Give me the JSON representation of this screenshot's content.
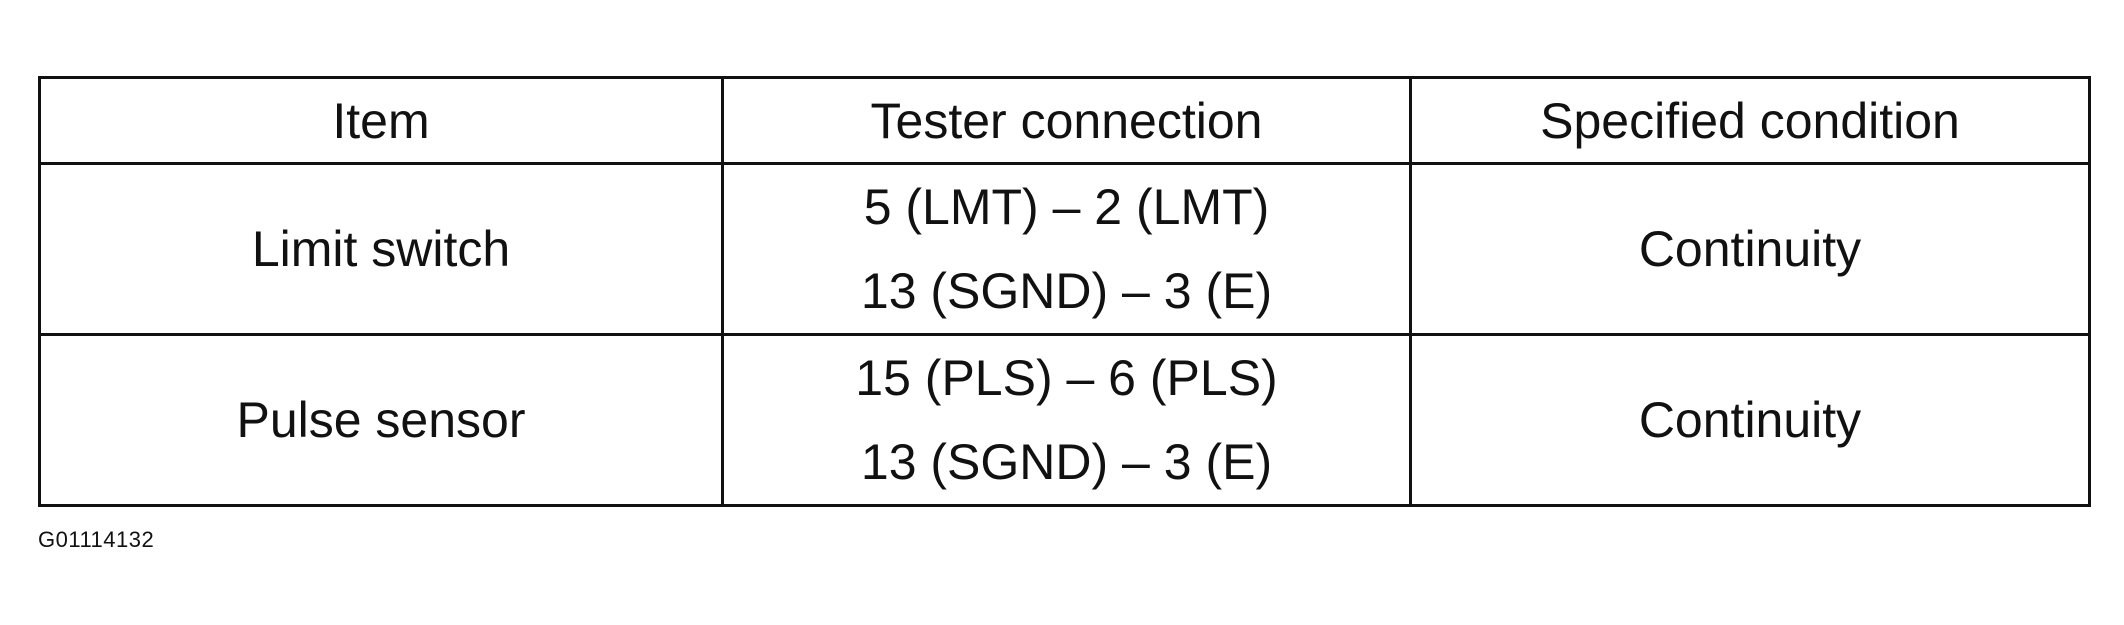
{
  "table": {
    "headers": {
      "item": "Item",
      "tester_connection": "Tester connection",
      "specified_condition": "Specified condition"
    },
    "rows": [
      {
        "item": "Limit switch",
        "connections": [
          "5 (LMT) – 2 (LMT)",
          "13 (SGND) – 3 (E)"
        ],
        "condition": "Continuity"
      },
      {
        "item": "Pulse sensor",
        "connections": [
          "15 (PLS) – 6 (PLS)",
          "13 (SGND) – 3 (E)"
        ],
        "condition": "Continuity"
      }
    ]
  },
  "figure_id": "G01114132"
}
